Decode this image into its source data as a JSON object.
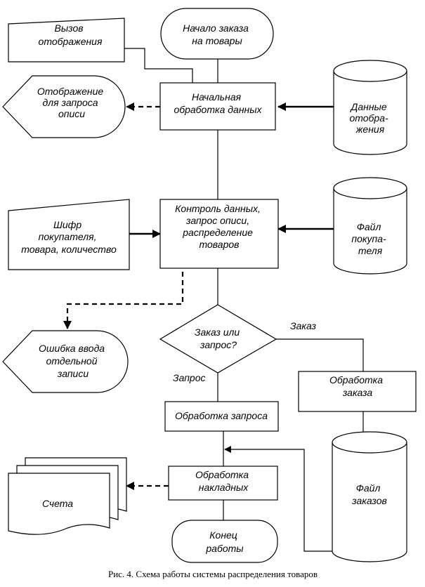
{
  "nodes": {
    "start": [
      "Начало заказа",
      "на товары"
    ],
    "display_call": [
      "Вызов",
      "отображения"
    ],
    "initial_processing": [
      "Начальная",
      "обработка данных"
    ],
    "display_data": [
      "Данные",
      "отобра-",
      "жения"
    ],
    "display_request": [
      "Отображение",
      "для запроса",
      "описи"
    ],
    "cipher": [
      "Шифр",
      "покупателя,",
      "товара, количество"
    ],
    "control": [
      "Контроль данных,",
      "запрос описи,",
      "распределение",
      "товаров"
    ],
    "customer_file": [
      "Файл",
      "покупа-",
      "теля"
    ],
    "decision": [
      "Заказ или",
      "запрос?"
    ],
    "input_error": [
      "Ошибка ввода",
      "отдельной",
      "записи"
    ],
    "order_processing": [
      "Обработка",
      "заказа"
    ],
    "request_processing": [
      "Обработка запроса"
    ],
    "invoices": [
      "Счета"
    ],
    "invoice_processing": [
      "Обработка",
      "накладных"
    ],
    "orders_file": [
      "Файл",
      "заказов"
    ],
    "end": [
      "Конец",
      "работы"
    ]
  },
  "branch_labels": {
    "order": "Заказ",
    "request": "Запрос"
  },
  "caption": "Рис. 4. Схема работы системы распределения товаров"
}
